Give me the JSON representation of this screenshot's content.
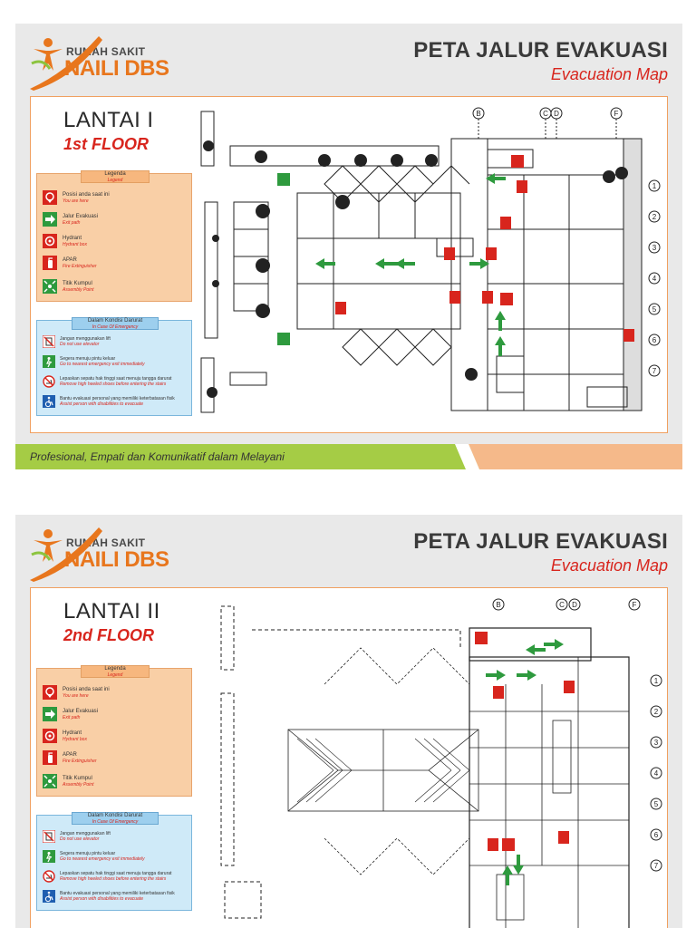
{
  "hospital": {
    "line1": "RUMAH SAKIT",
    "line2": "NAILI DBS"
  },
  "map_title": {
    "id": "PETA JALUR EVAKUASI",
    "en": "Evacuation Map"
  },
  "tagline": "Profesional, Empati dan Komunikatif dalam Melayani",
  "colors": {
    "brand_orange": "#e8761d",
    "accent_red": "#d8251d",
    "exit_green": "#2e9a3e",
    "footer_green": "#a5cc45"
  },
  "legend": {
    "title": "Legenda",
    "subtitle": "Legend",
    "items": [
      {
        "icon": "you-are-here-icon",
        "label": "Posisi anda saat ini",
        "en": "You are here"
      },
      {
        "icon": "evacuation-exit-icon",
        "label": "Jalur Evakuasi",
        "en": "Exit path"
      },
      {
        "icon": "hydrant-icon",
        "label": "Hydrant",
        "en": "Hydrant box"
      },
      {
        "icon": "fire-extinguisher-icon",
        "label": "APAR",
        "en": "Fire Extinguisher"
      },
      {
        "icon": "assembly-point-icon",
        "label": "Titik Kumpul",
        "en": "Assembly Point"
      }
    ]
  },
  "emergency": {
    "title": "Dalam Kondisi Darurat",
    "subtitle": "In Case Of Emergency",
    "items": [
      {
        "icon": "no-elevator-icon",
        "label": "Jangan menggunakan lift",
        "en": "Do not use elevator"
      },
      {
        "icon": "emergency-exit-icon",
        "label": "Segera menuju pintu keluar",
        "en": "Go to nearest emergency exit immediately"
      },
      {
        "icon": "no-high-heels-icon",
        "label": "Lepaskan sepatu hak tinggi saat menuju tangga darurat",
        "en": "Remove high heeled shoes before entering the stairs"
      },
      {
        "icon": "disabled-assist-icon",
        "label": "Bantu evakuasi personal yang memiliki keterbatasan fisik",
        "en": "Assist person with disabilities to evacuate"
      }
    ]
  },
  "floors": [
    {
      "label": "LANTAI I",
      "en": "1st FLOOR",
      "grid_cols": [
        "B",
        "C",
        "D",
        "F"
      ],
      "grid_rows": [
        "1",
        "2",
        "3",
        "4",
        "5",
        "6",
        "7"
      ]
    },
    {
      "label": "LANTAI II",
      "en": "2nd FLOOR",
      "grid_cols": [
        "B",
        "C",
        "D",
        "F"
      ],
      "grid_rows": [
        "1",
        "2",
        "3",
        "4",
        "5",
        "6",
        "7"
      ]
    }
  ]
}
